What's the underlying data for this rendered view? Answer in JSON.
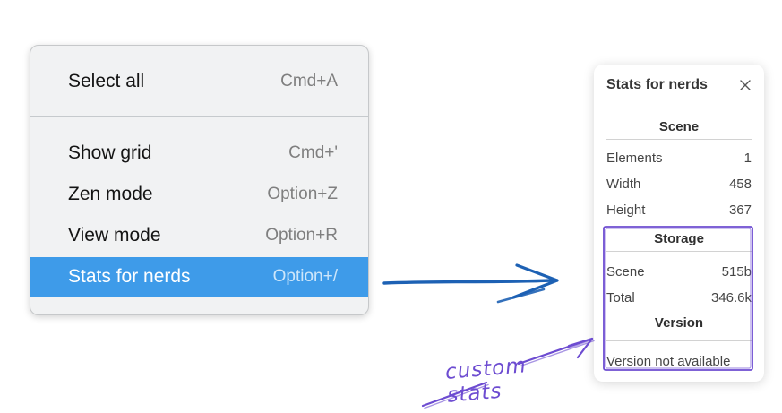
{
  "menu": {
    "items": [
      {
        "label": "Select all",
        "shortcut": "Cmd+A",
        "selected": false
      },
      {
        "label": "Show grid",
        "shortcut": "Cmd+'",
        "selected": false
      },
      {
        "label": "Zen mode",
        "shortcut": "Option+Z",
        "selected": false
      },
      {
        "label": "View mode",
        "shortcut": "Option+R",
        "selected": false
      },
      {
        "label": "Stats for nerds",
        "shortcut": "Option+/",
        "selected": true
      }
    ]
  },
  "panel": {
    "title": "Stats for nerds",
    "sections": [
      {
        "title": "Scene",
        "rows": [
          {
            "label": "Elements",
            "value": "1"
          },
          {
            "label": "Width",
            "value": "458"
          },
          {
            "label": "Height",
            "value": "367"
          }
        ]
      },
      {
        "title": "Storage",
        "rows": [
          {
            "label": "Scene",
            "value": "515b"
          },
          {
            "label": "Total",
            "value": "346.6k"
          }
        ]
      },
      {
        "title": "Version",
        "note": "Version not available"
      }
    ]
  },
  "annotations": {
    "custom_stats_label": "custom stats"
  },
  "colors": {
    "menu_background": "#f1f2f3",
    "menu_highlight": "#3e9be9",
    "menu_shortcut_gray": "#7f7f7f",
    "blue_arrow": "#1d61b4",
    "purple_annotation": "#6d4cd1",
    "panel_background": "#ffffff"
  }
}
